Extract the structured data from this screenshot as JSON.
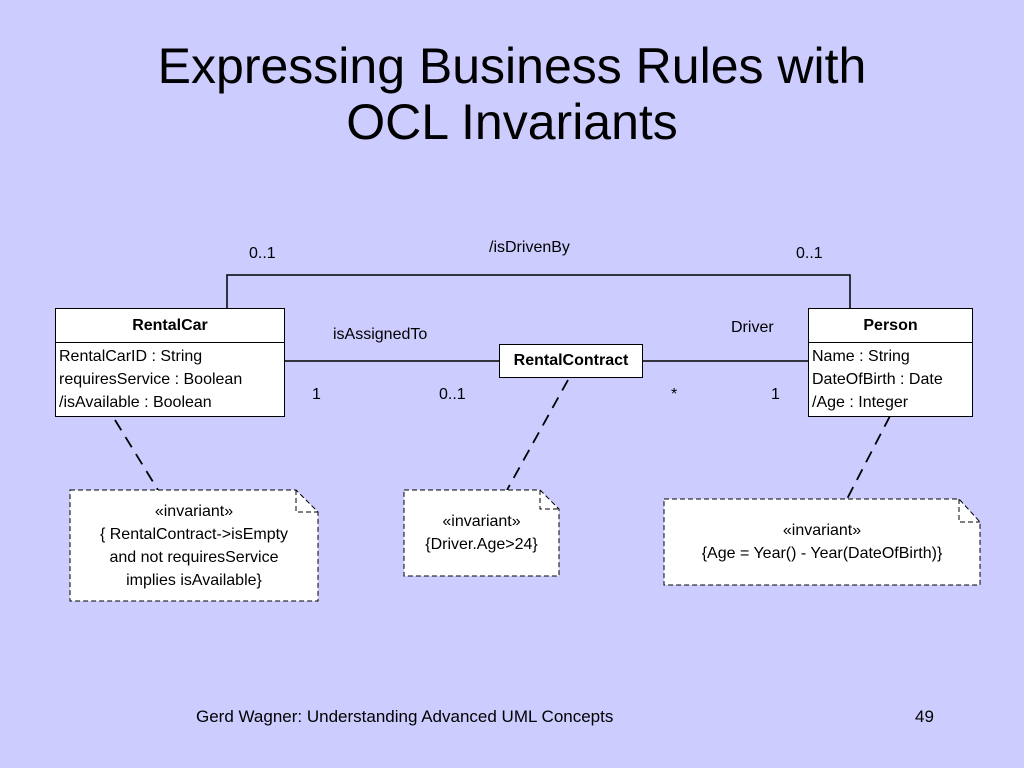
{
  "slide": {
    "title_line1": "Expressing Business Rules with",
    "title_line2": "OCL Invariants",
    "footer_text": "Gerd Wagner: Understanding Advanced UML Concepts",
    "page_number": "49",
    "background_color": "#ccccff"
  },
  "diagram": {
    "classes": {
      "rental_car": {
        "name": "RentalCar",
        "attributes": [
          "RentalCarID : String",
          "requiresService : Boolean",
          "/isAvailable : Boolean"
        ]
      },
      "person": {
        "name": "Person",
        "attributes": [
          "Name : String",
          "DateOfBirth : Date",
          "/Age : Integer"
        ]
      },
      "rental_contract": {
        "name": "RentalContract"
      }
    },
    "associations": {
      "is_driven_by": {
        "label": "/isDrivenBy",
        "left_mult": "0..1",
        "right_mult": "0..1"
      },
      "is_assigned_to": {
        "label": "isAssignedTo",
        "left_mult": "1",
        "right_mult": "0..1"
      },
      "driver": {
        "role": "Driver",
        "left_mult": "*",
        "right_mult": "1"
      }
    },
    "notes": {
      "rental_car_invariant": {
        "stereotype": "«invariant»",
        "lines": [
          "{ RentalContract->isEmpty",
          "and not requiresService",
          "implies isAvailable}"
        ]
      },
      "contract_invariant": {
        "stereotype": "«invariant»",
        "lines": [
          "{Driver.Age>24}"
        ]
      },
      "person_invariant": {
        "stereotype": "«invariant»",
        "lines": [
          "{Age = Year() - Year(DateOfBirth)}"
        ]
      }
    }
  }
}
